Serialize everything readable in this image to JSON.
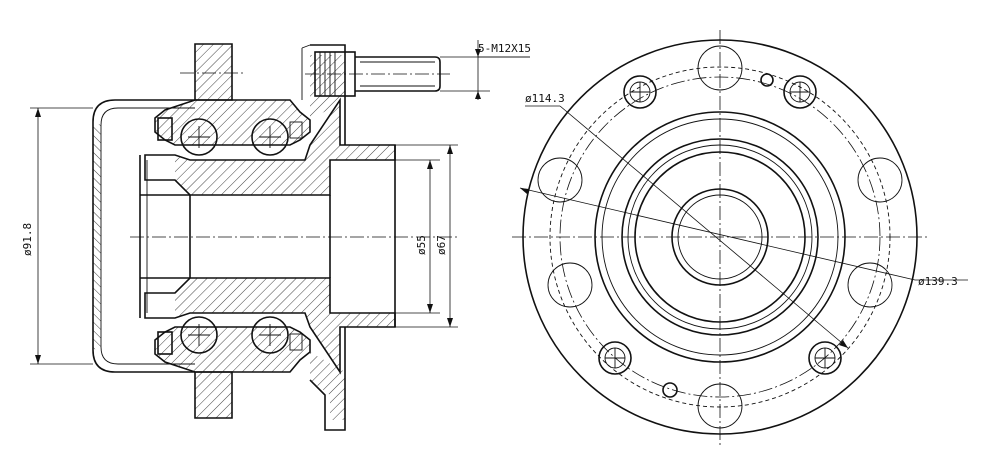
{
  "labels": {
    "bolt_thread": "5-M12X15",
    "dia_bolt_circle": "ø114.3",
    "dia_flange": "ø139.3",
    "dia_housing": "ø91.8",
    "dia_bore_small": "ø55",
    "dia_bore_large": "ø67"
  },
  "colors": {
    "line": "#111111",
    "background": "#ffffff"
  }
}
